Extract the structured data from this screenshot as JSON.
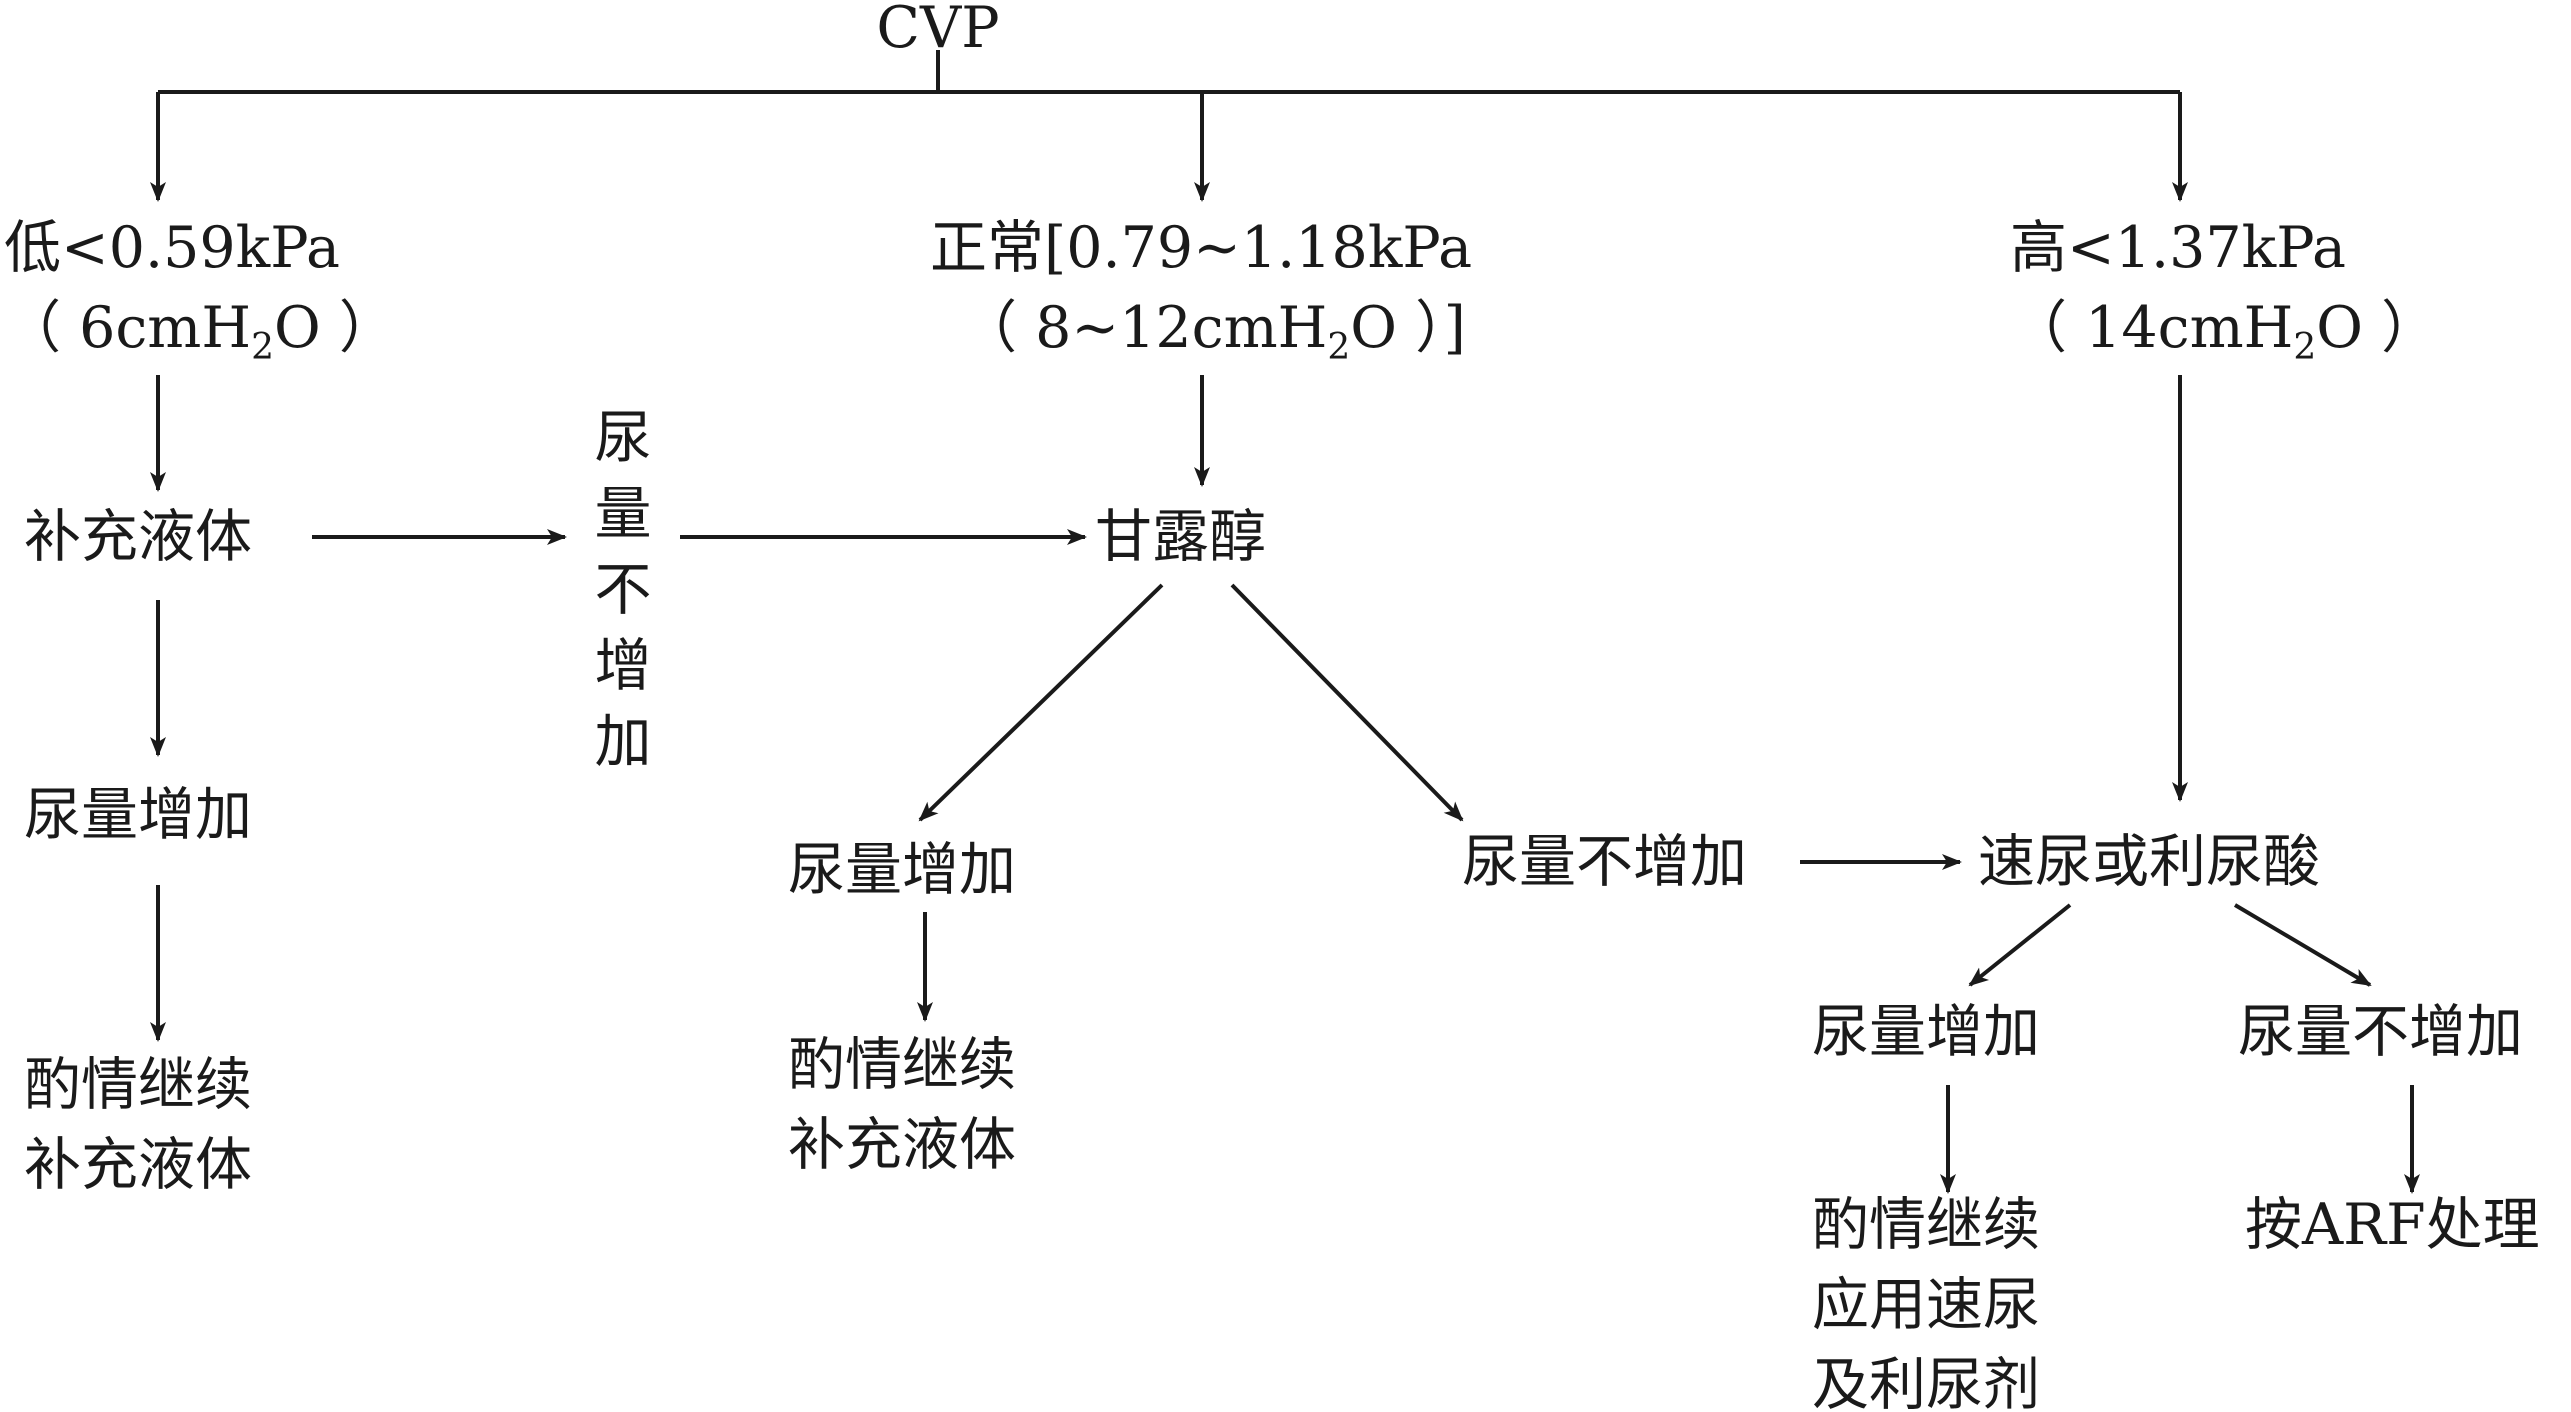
{
  "root": "CVP",
  "branches": {
    "low": {
      "line1": "低<0.59kPa",
      "line2_pre": "（ 6cmH",
      "line2_sub": "2",
      "line2_post": "O ）"
    },
    "normal": {
      "line1": "正常[0.79~1.18kPa",
      "line2_pre": "（ 8~12cmH",
      "line2_sub": "2",
      "line2_post": "O ）]"
    },
    "high": {
      "line1": "高<1.37kPa",
      "line2_pre": "（ 14cmH",
      "line2_sub": "2",
      "line2_post": "O ）"
    }
  },
  "nodes": {
    "fluid": "补充液体",
    "low_urine_up": "尿量增加",
    "low_result_1": "酌情继续",
    "low_result_2": "补充液体",
    "no_increase_vertical": [
      "尿",
      "量",
      "不",
      "增",
      "加"
    ],
    "mannitol": "甘露醇",
    "mid_urine_up": "尿量增加",
    "mid_result_1": "酌情继续",
    "mid_result_2": "补充液体",
    "mid_urine_no": "尿量不增加",
    "diuretic": "速尿或利尿酸",
    "right_urine_up": "尿量增加",
    "right_result_1": "酌情继续",
    "right_result_2": "应用速尿",
    "right_result_3": "及利尿剂",
    "right_urine_no": "尿量不增加",
    "arf": "按ARF处理"
  }
}
